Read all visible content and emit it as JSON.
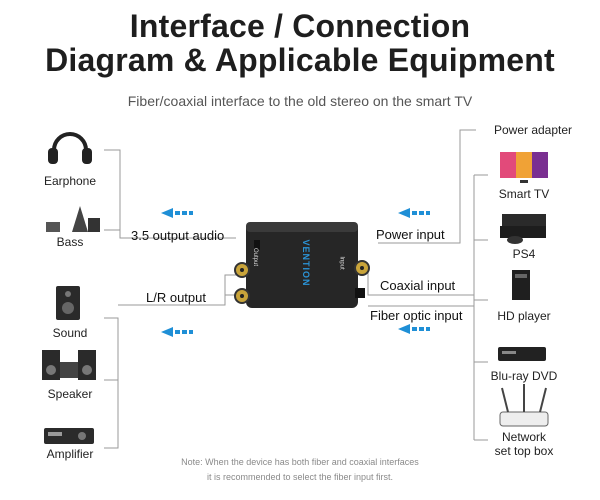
{
  "header": {
    "title_line1": "Interface / Connection",
    "title_line2": "Diagram & Applicable Equipment",
    "subtitle": "Fiber/coaxial interface to the old stereo on the smart TV"
  },
  "left_devices": [
    {
      "label": "Earphone",
      "icon": "headphones-icon"
    },
    {
      "label": "Bass",
      "icon": "subwoofer-icon"
    },
    {
      "label": "Sound",
      "icon": "speaker-icon"
    },
    {
      "label": "Speaker",
      "icon": "stereo-speaker-icon"
    },
    {
      "label": "Amplifier",
      "icon": "amplifier-icon"
    }
  ],
  "right_devices": [
    {
      "label": "Power adapter",
      "icon": "power-adapter-icon"
    },
    {
      "label": "Smart TV",
      "icon": "smart-tv-icon"
    },
    {
      "label": "PS4",
      "icon": "game-console-icon"
    },
    {
      "label": "HD player",
      "icon": "hd-player-icon"
    },
    {
      "label": "Blu-ray DVD",
      "icon": "bluray-player-icon"
    },
    {
      "label": "Network\nset top box",
      "icon": "router-icon"
    }
  ],
  "connections": {
    "output_audio": "3.5 output audio",
    "lr_output": "L/R output",
    "power_input": "Power input",
    "coaxial_input": "Coaxial input",
    "fiber_input": "Fiber optic input"
  },
  "device": {
    "brand": "VENTION",
    "output_port": "Output",
    "input_port": "Input"
  },
  "note": {
    "line1": "Note: When the device has both fiber and coaxial interfaces",
    "line2": "it is recommended to select the fiber input first."
  },
  "colors": {
    "arrow": "#1f8fd6",
    "line": "#9a9a9a",
    "device_body": "#1f1f1f"
  }
}
